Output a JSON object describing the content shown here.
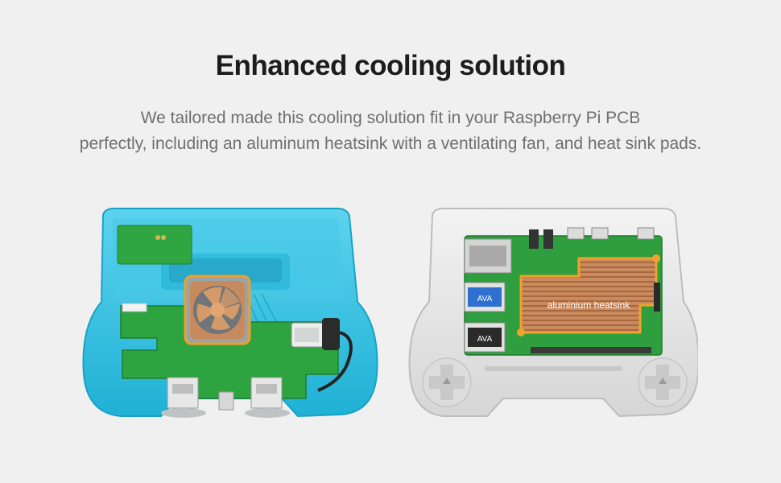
{
  "header": {
    "title": "Enhanced cooling solution",
    "subtitle_line1": "We tailored made this cooling solution fit in your Raspberry Pi PCB",
    "subtitle_line2": "perfectly, including an aluminum heatsink with a ventilating fan, and heat sink pads."
  },
  "right_image": {
    "callout_label": "aluminium heatsink",
    "usb_port_marking_top": "AVA",
    "usb_port_marking_bottom": "AVA"
  },
  "colors": {
    "background": "#f0f0f0",
    "case_blue": "#34c3e3",
    "case_white": "#e4e4e4",
    "pcb_green": "#2e9e3e",
    "heatsink_copper": "#c98a5d",
    "highlight_orange": "#f1a22b"
  }
}
